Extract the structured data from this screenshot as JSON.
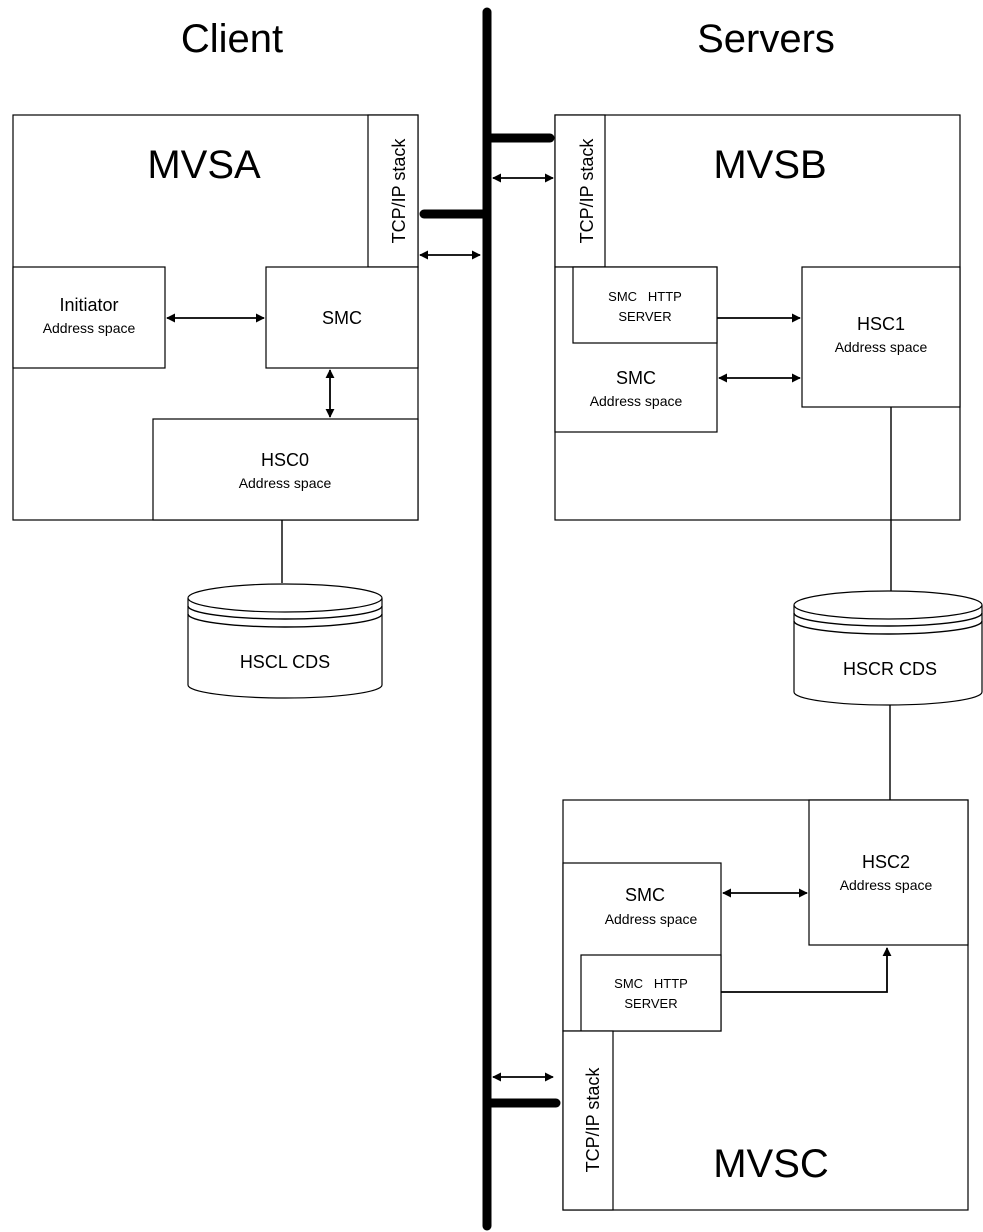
{
  "sections": {
    "client": "Client",
    "servers": "Servers"
  },
  "mvsa": {
    "title": "MVSA",
    "tcpip": "TCP/IP stack",
    "initiator": {
      "name": "Initiator",
      "sub": "Address space"
    },
    "smc": "SMC",
    "hsc": {
      "name": "HSC0",
      "sub": "Address space"
    },
    "cds": "HSCL CDS"
  },
  "mvsb": {
    "title": "MVSB",
    "tcpip": "TCP/IP stack",
    "http": {
      "line1": "SMC   HTTP",
      "line2": "SERVER"
    },
    "smc": {
      "name": "SMC",
      "sub": "Address space"
    },
    "hsc": {
      "name": "HSC1",
      "sub": "Address space"
    },
    "cds": "HSCR CDS"
  },
  "mvsc": {
    "title": "MVSC",
    "tcpip": "TCP/IP stack",
    "smc": {
      "name": "SMC",
      "sub": "Address space"
    },
    "http": {
      "line1": "SMC   HTTP",
      "line2": "SERVER"
    },
    "hsc": {
      "name": "HSC2",
      "sub": "Address space"
    }
  }
}
